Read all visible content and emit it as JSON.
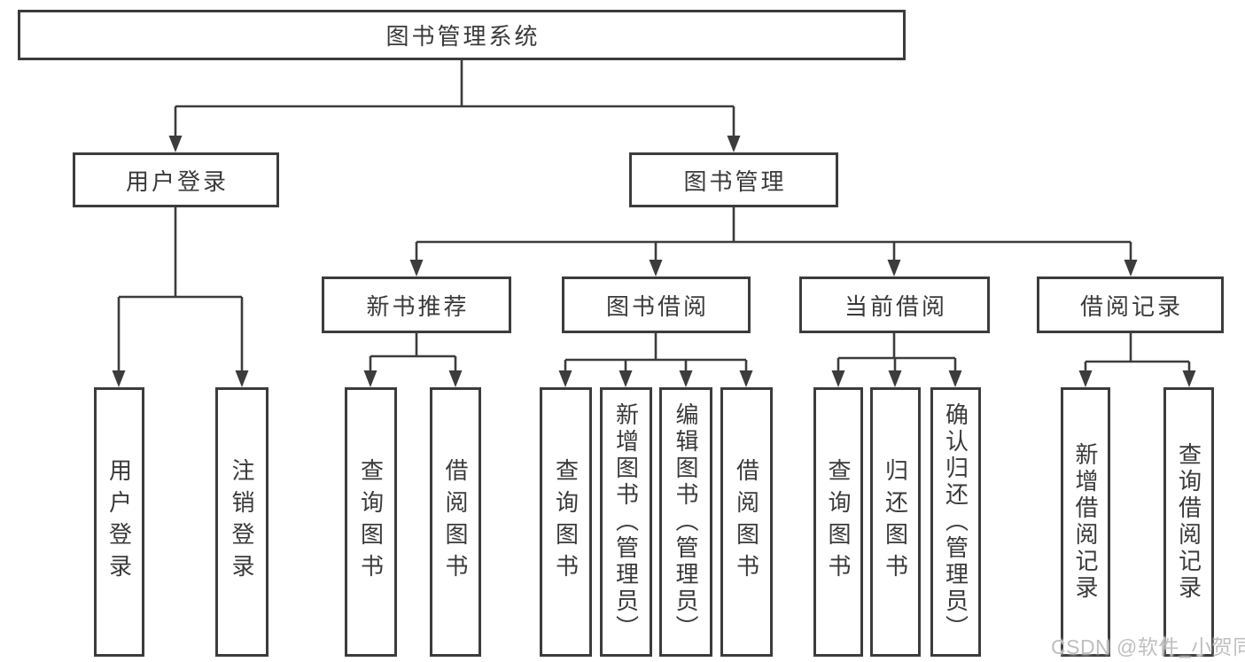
{
  "colors": {
    "line": "#3c3c3c",
    "box_border": "#3c3c3c",
    "box_fill": "#ffffff",
    "text": "#3a3a3a",
    "watermark": "#bfbfbf",
    "background": "#ffffff"
  },
  "watermark": {
    "text": "CSDN @软件_小贺同学"
  },
  "tree": {
    "root": {
      "label": "图书管理系统",
      "children": [
        {
          "label": "用户登录",
          "children": [
            {
              "label": "用户登录"
            },
            {
              "label": "注销登录"
            }
          ]
        },
        {
          "label": "图书管理",
          "children": [
            {
              "label": "新书推荐",
              "children": [
                {
                  "label": "查询图书"
                },
                {
                  "label": "借阅图书"
                }
              ]
            },
            {
              "label": "图书借阅",
              "children": [
                {
                  "label": "查询图书"
                },
                {
                  "label": "新增图书（管理员）"
                },
                {
                  "label": "编辑图书（管理员）"
                },
                {
                  "label": "借阅图书"
                }
              ]
            },
            {
              "label": "当前借阅",
              "children": [
                {
                  "label": "查询图书"
                },
                {
                  "label": "归还图书"
                },
                {
                  "label": "确认归还（管理员）"
                }
              ]
            },
            {
              "label": "借阅记录",
              "children": [
                {
                  "label": "新增借阅记录"
                },
                {
                  "label": "查询借阅记录"
                }
              ]
            }
          ]
        }
      ]
    }
  }
}
